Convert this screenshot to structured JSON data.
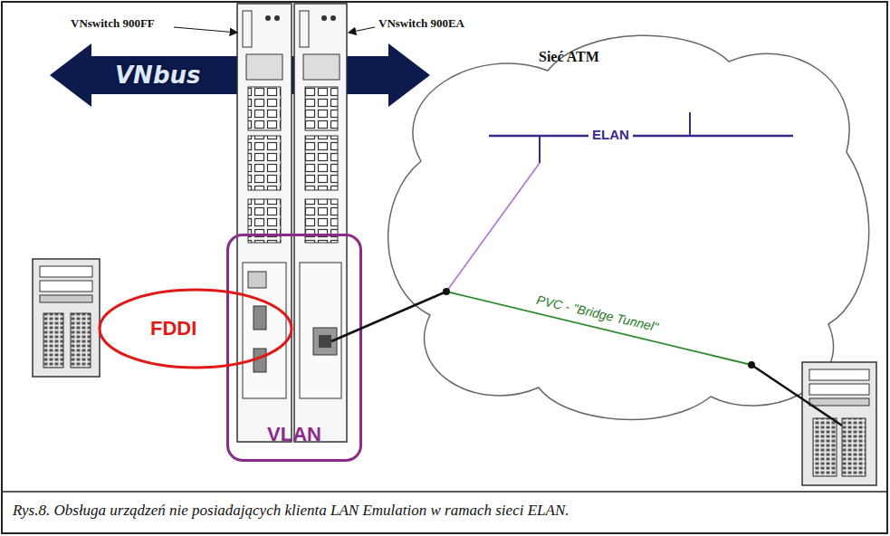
{
  "diagram": {
    "caption": "Rys.8. Obsługa urządzeń nie posiadających klienta LAN Emulation w ramach sieci ELAN.",
    "nodes": [
      {
        "text": [
          "VNbus"
        ]
      },
      {
        "text": [
          "VLAN"
        ]
      },
      {
        "text": [
          "Sieć ATM"
        ]
      },
      {
        "text": [
          "FDDI"
        ]
      }
    ],
    "labels": [
      "VNswitch 900FF",
      "VNswitch 900EA",
      "ELAN",
      "PVC - \"Bridge Tunnel\""
    ]
  }
}
